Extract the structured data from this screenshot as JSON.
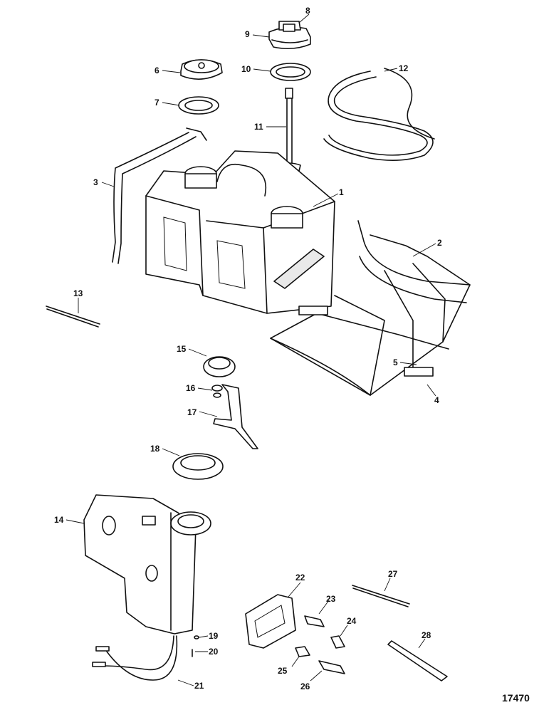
{
  "diagram": {
    "reference_number": "17470",
    "callouts": [
      "1",
      "2",
      "3",
      "4",
      "5",
      "6",
      "7",
      "8",
      "9",
      "10",
      "11",
      "12",
      "13",
      "14",
      "15",
      "16",
      "17",
      "18",
      "19",
      "20",
      "21",
      "22",
      "23",
      "24",
      "25",
      "26",
      "27",
      "28"
    ]
  }
}
